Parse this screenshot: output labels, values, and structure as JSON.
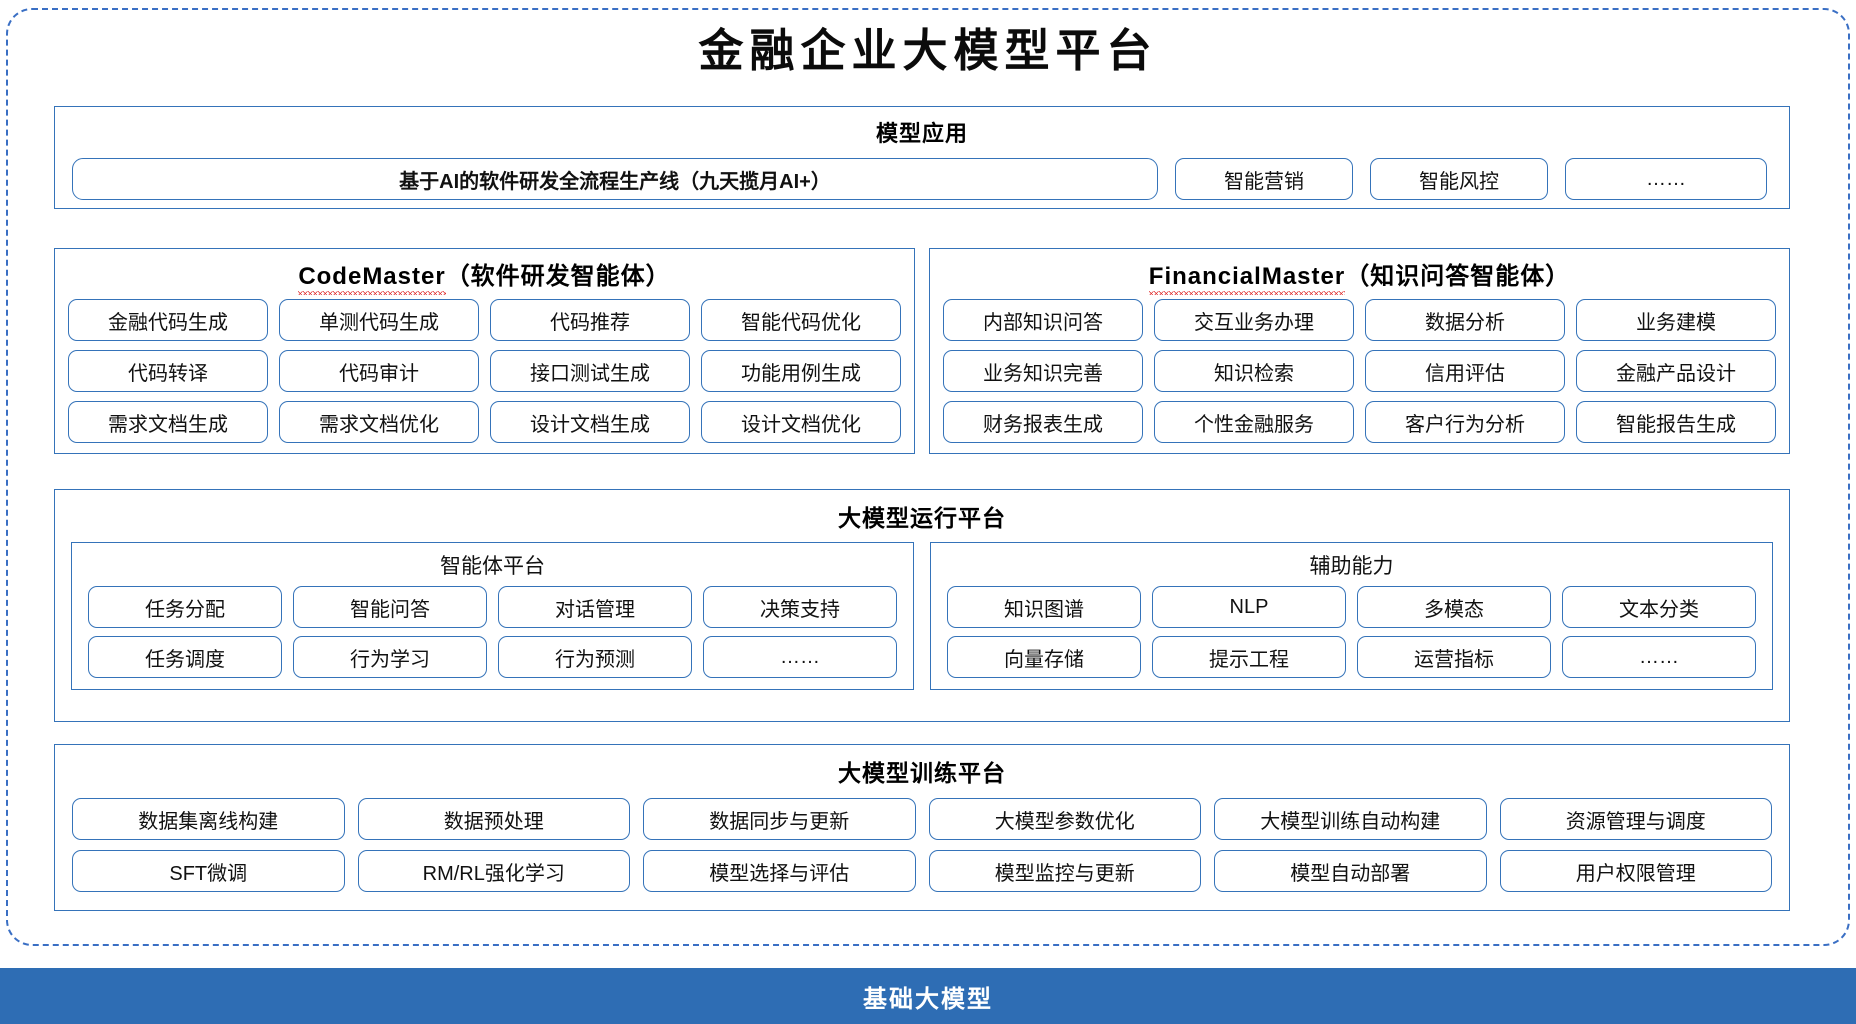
{
  "diagram": {
    "title": "金融企业大模型平台",
    "accent_color": "#3573B9",
    "foundation_bar_color": "#2E6DB4",
    "spellcheck_underline_color": "#E03030"
  },
  "model_application": {
    "title": "模型应用",
    "hero": "基于AI的软件研发全流程生产线（九天揽月AI+）",
    "items": [
      "智能营销",
      "智能风控",
      "……"
    ]
  },
  "agents": [
    {
      "name": "CodeMaster",
      "subtitle": "（软件研发智能体）",
      "items": [
        "金融代码生成",
        "单测代码生成",
        "代码推荐",
        "智能代码优化",
        "代码转译",
        "代码审计",
        "接口测试生成",
        "功能用例生成",
        "需求文档生成",
        "需求文档优化",
        "设计文档生成",
        "设计文档优化"
      ]
    },
    {
      "name": "FinancialMaster",
      "subtitle": "（知识问答智能体）",
      "items": [
        "内部知识问答",
        "交互业务办理",
        "数据分析",
        "业务建模",
        "业务知识完善",
        "知识检索",
        "信用评估",
        "金融产品设计",
        "财务报表生成",
        "个性金融服务",
        "客户行为分析",
        "智能报告生成"
      ]
    }
  ],
  "runtime_platform": {
    "title": "大模型运行平台",
    "groups": [
      {
        "title": "智能体平台",
        "items": [
          "任务分配",
          "智能问答",
          "对话管理",
          "决策支持",
          "任务调度",
          "行为学习",
          "行为预测",
          "……"
        ]
      },
      {
        "title": "辅助能力",
        "items": [
          "知识图谱",
          "NLP",
          "多模态",
          "文本分类",
          "向量存储",
          "提示工程",
          "运营指标",
          "……"
        ]
      }
    ]
  },
  "training_platform": {
    "title": "大模型训练平台",
    "items": [
      "数据集离线构建",
      "数据预处理",
      "数据同步与更新",
      "大模型参数优化",
      "大模型训练自动构建",
      "资源管理与调度",
      "SFT微调",
      "RM/RL强化学习",
      "模型选择与评估",
      "模型监控与更新",
      "模型自动部署",
      "用户权限管理"
    ]
  },
  "foundation": {
    "label": "基础大模型"
  }
}
